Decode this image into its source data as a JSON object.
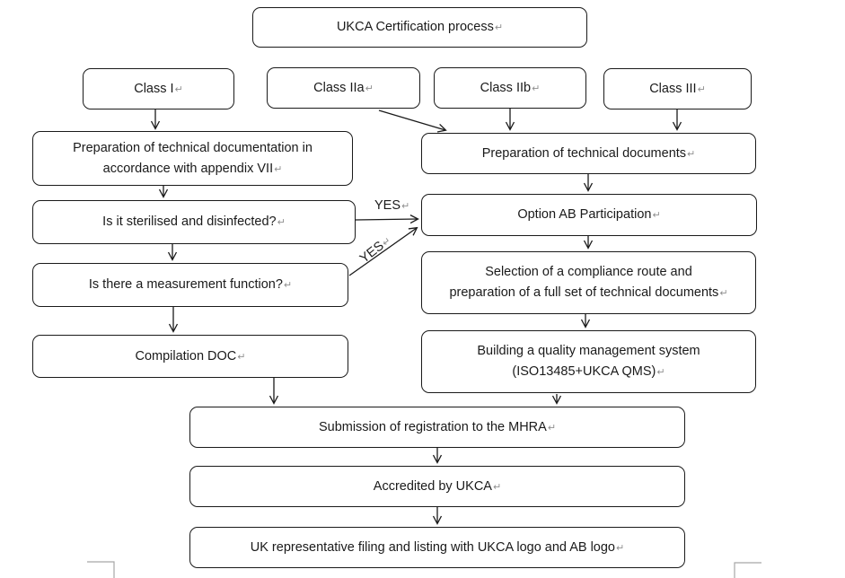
{
  "marks": {
    "return": "↵"
  },
  "diagram": {
    "title": "UKCA Certification process",
    "nodes": {
      "title": {
        "line1": "UKCA Certification process"
      },
      "class_i": {
        "line1": "Class I"
      },
      "class_iia": {
        "line1": "Class IIa"
      },
      "class_iib": {
        "line1": "Class IIb"
      },
      "class_iii": {
        "line1": "Class III"
      },
      "prep_left": {
        "line1": "Preparation of technical documentation in",
        "line2": "accordance with appendix VII"
      },
      "sterilised": {
        "line1": "Is it sterilised and disinfected?"
      },
      "measurement": {
        "line1": "Is there a measurement function?"
      },
      "compilation": {
        "line1": "Compilation DOC"
      },
      "prep_right": {
        "line1": "Preparation of technical documents"
      },
      "option_ab": {
        "line1": "Option AB Participation"
      },
      "selection": {
        "line1": "Selection of a compliance route and",
        "line2": "preparation of a full set of technical documents"
      },
      "building": {
        "line1": "Building a quality management system",
        "line2": "(ISO13485+UKCA QMS)"
      },
      "submission": {
        "line1": "Submission of registration to the MHRA"
      },
      "accredited": {
        "line1": "Accredited by UKCA"
      },
      "uk_rep": {
        "line1": "UK representative filing and listing with UKCA logo and AB logo"
      }
    },
    "edge_labels": {
      "yes_horizontal": "YES",
      "yes_diagonal": "YES"
    },
    "edges": [
      {
        "from": "class_i",
        "to": "prep_left"
      },
      {
        "from": "class_iia",
        "to": "prep_right"
      },
      {
        "from": "class_iib",
        "to": "prep_right"
      },
      {
        "from": "class_iii",
        "to": "prep_right"
      },
      {
        "from": "prep_left",
        "to": "sterilised"
      },
      {
        "from": "sterilised",
        "to": "measurement"
      },
      {
        "from": "sterilised",
        "to": "option_ab",
        "label": "YES"
      },
      {
        "from": "measurement",
        "to": "option_ab",
        "label": "YES"
      },
      {
        "from": "measurement",
        "to": "compilation"
      },
      {
        "from": "prep_right",
        "to": "option_ab"
      },
      {
        "from": "option_ab",
        "to": "selection"
      },
      {
        "from": "selection",
        "to": "building"
      },
      {
        "from": "compilation",
        "to": "submission"
      },
      {
        "from": "building",
        "to": "submission"
      },
      {
        "from": "submission",
        "to": "accredited"
      },
      {
        "from": "accredited",
        "to": "uk_rep"
      }
    ],
    "colors": {
      "box_border": "#1a1a1a",
      "text": "#1a1a1a",
      "return_mark": "#8f8f8f",
      "boundary_mark": "#a6a6a6"
    }
  }
}
